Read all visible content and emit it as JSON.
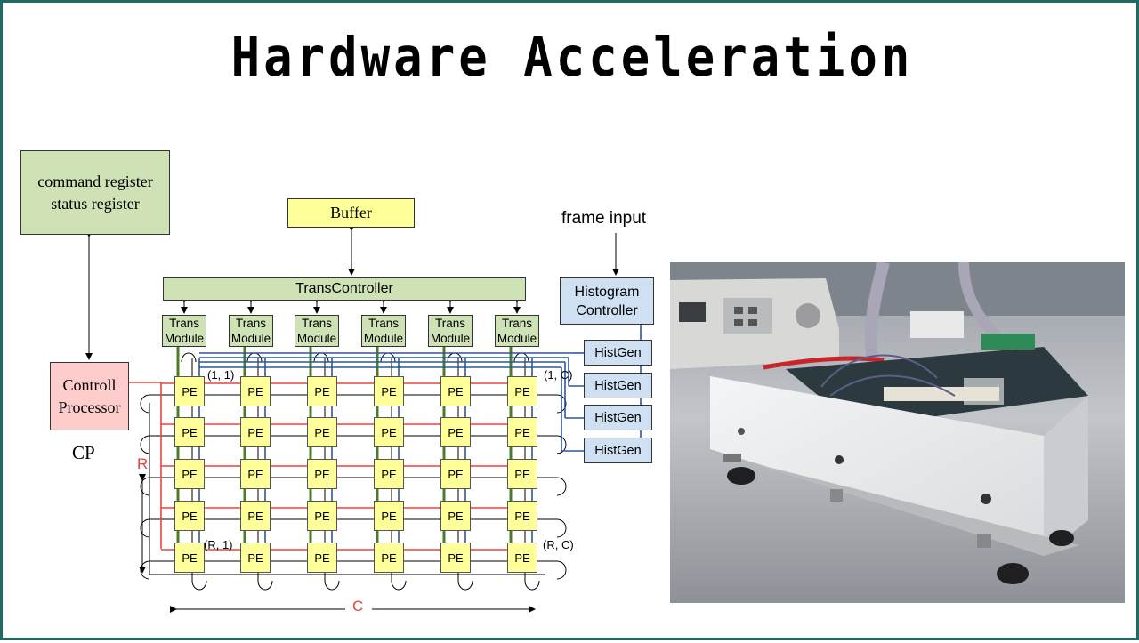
{
  "title": "Hardware Acceleration",
  "diagram": {
    "registers": [
      "command register",
      "status register"
    ],
    "buffer": "Buffer",
    "trans_controller": "TransController",
    "trans_module": [
      "Trans",
      "Module"
    ],
    "trans_module_count": 6,
    "frame_input": "frame input",
    "histogram_controller": [
      "Histogram",
      "Controller"
    ],
    "histgen": "HistGen",
    "histgen_count": 4,
    "control_processor": [
      "Controll",
      "Processor"
    ],
    "cp_label": "CP",
    "pe_label": "PE",
    "pe_rows": 5,
    "pe_cols": 6,
    "corner_labels": {
      "top_left": "(1, 1)",
      "top_right": "(1, C)",
      "bottom_left": "(R, 1)",
      "bottom_right": "(R, C)"
    },
    "axis_r": "R",
    "axis_c": "C"
  },
  "colors": {
    "green_box": "#cfe2b6",
    "yellow_box": "#ffff99",
    "pink_box": "#ffcccc",
    "blue_box": "#cfe0f3",
    "red_line": "#e8453c",
    "green_line": "#4b7d2a",
    "blue_line": "#2e569c",
    "border": "#1f6b63"
  }
}
